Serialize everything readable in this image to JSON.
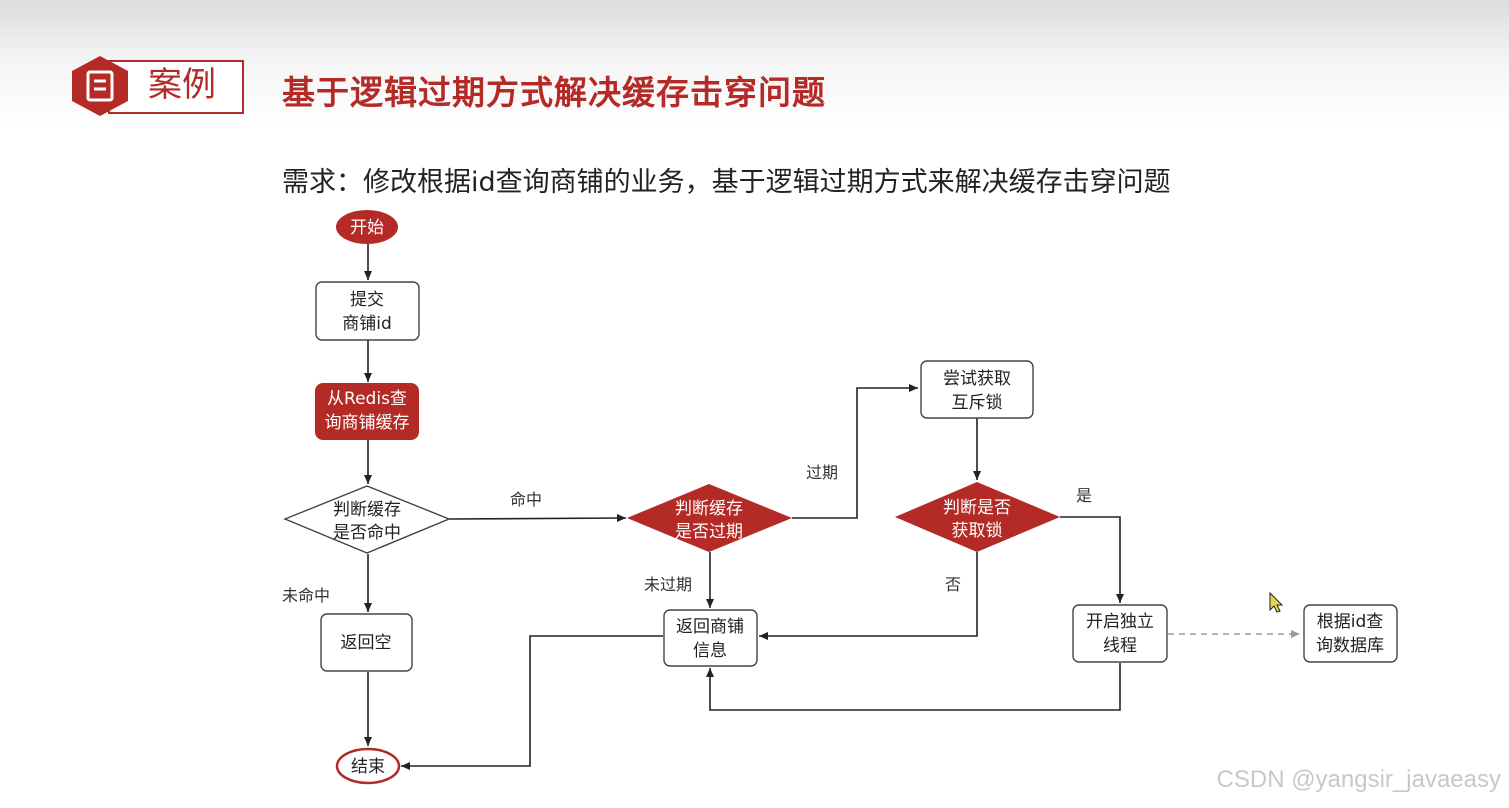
{
  "header": {
    "badge_label": "案例",
    "badge_icon": "document-icon",
    "title": "基于逻辑过期方式解决缓存击穿问题",
    "accent_color": "#b32a26"
  },
  "requirement": "需求：修改根据id查询商铺的业务，基于逻辑过期方式来解决缓存击穿问题",
  "flowchart": {
    "nodes": {
      "start": "开始",
      "submit": [
        "提交",
        "商铺id"
      ],
      "query_redis": [
        "从Redis查",
        "询商铺缓存"
      ],
      "check_hit": [
        "判断缓存",
        "是否命中"
      ],
      "return_empty": "返回空",
      "end": "结束",
      "check_expired": [
        "判断缓存",
        "是否过期"
      ],
      "return_info": [
        "返回商铺",
        "信息"
      ],
      "try_lock": [
        "尝试获取",
        "互斥锁"
      ],
      "check_lock": [
        "判断是否",
        "获取锁"
      ],
      "open_thread": [
        "开启独立",
        "线程"
      ],
      "query_db": [
        "根据id查",
        "询数据库"
      ]
    },
    "edge_labels": {
      "hit": "命中",
      "miss": "未命中",
      "expired": "过期",
      "not_expired": "未过期",
      "yes": "是",
      "no": "否"
    }
  },
  "watermark": "CSDN @yangsir_javaeasy"
}
